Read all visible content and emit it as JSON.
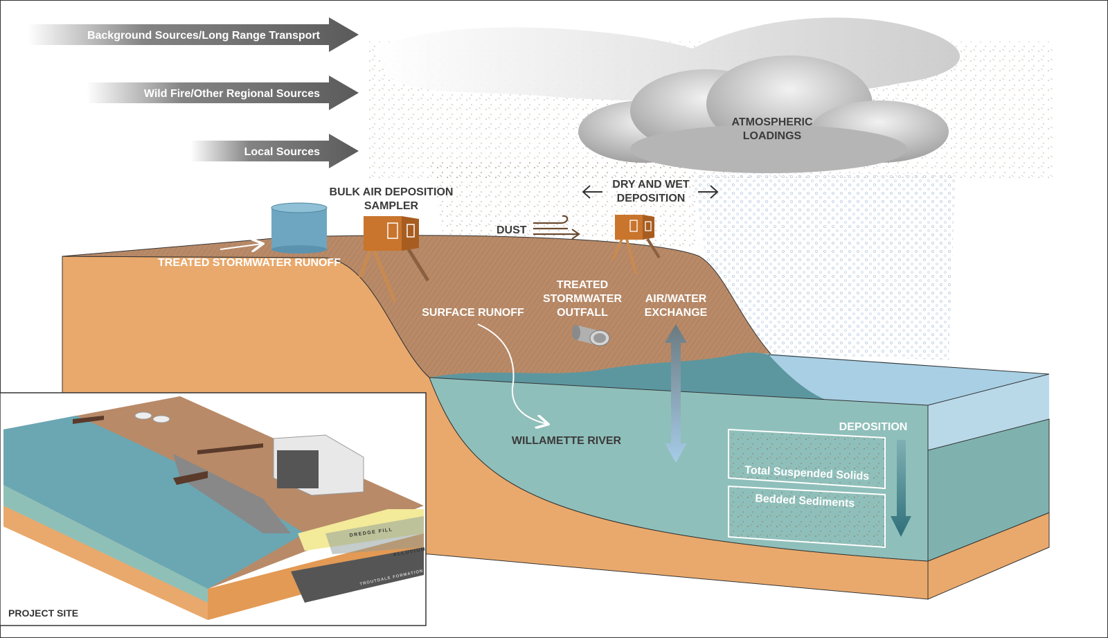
{
  "sources": [
    {
      "label": "Background Sources/Long Range Transport"
    },
    {
      "label": "Wild Fire/Other Regional Sources"
    },
    {
      "label": "Local Sources"
    }
  ],
  "labels": {
    "atmospheric_1": "ATMOSPHERIC",
    "atmospheric_2": "LOADINGS",
    "bulk_1": "BULK AIR DEPOSITION",
    "bulk_2": "SAMPLER",
    "drywet_1": "DRY AND WET",
    "drywet_2": "DEPOSITION",
    "dust": "DUST",
    "treated_runoff": "TREATED STORMWATER RUNOFF",
    "outfall_1": "TREATED",
    "outfall_2": "STORMWATER",
    "outfall_3": "OUTFALL",
    "exchange_1": "AIR/WATER",
    "exchange_2": "EXCHANGE",
    "surface_runoff": "SURFACE RUNOFF",
    "river": "WILLAMETTE RIVER",
    "deposition": "DEPOSITION",
    "tss": "Total Suspended Solids",
    "bedded": "Bedded Sediments"
  },
  "inset": {
    "title": "PROJECT SITE",
    "dredge_fill": "DREDGE FILL",
    "alluvium": "ALLUVIUM",
    "troutdale": "TROUTDALE FORMATION"
  },
  "colors": {
    "soil_orange": "#e9a96c",
    "land_brown": "#b88a68",
    "water_teal": "#8fbfba",
    "water_surface": "#5c97a0",
    "shallow_blue": "#a8cfe4",
    "sampler": "#c9752d",
    "cloud": "#bdbdbd"
  }
}
